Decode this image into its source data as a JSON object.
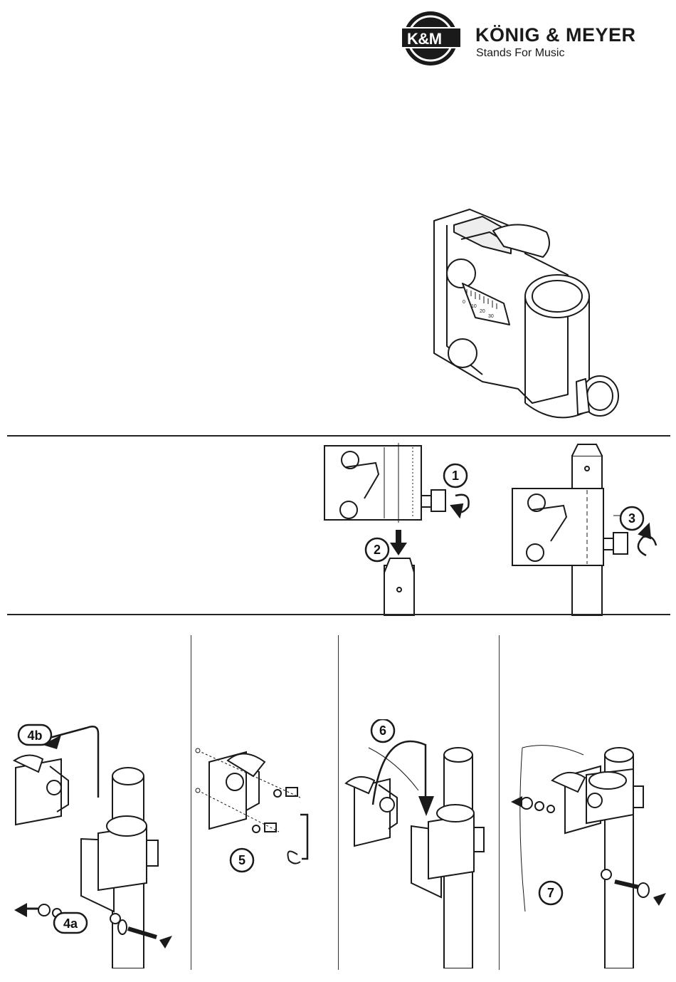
{
  "brand": {
    "logo_mark": "K&M",
    "name": "KÖNIG & MEYER",
    "tagline": "Stands For Music"
  },
  "product": {
    "scale_labels": [
      "0",
      "10",
      "20",
      "30"
    ]
  },
  "steps": {
    "s1": "1",
    "s2": "2",
    "s3": "3",
    "s4a": "4a",
    "s4b": "4b",
    "s5": "5",
    "s6": "6",
    "s7": "7"
  },
  "colors": {
    "ink": "#1a1a1a",
    "paper": "#ffffff",
    "shade": "#d9d9d9"
  }
}
